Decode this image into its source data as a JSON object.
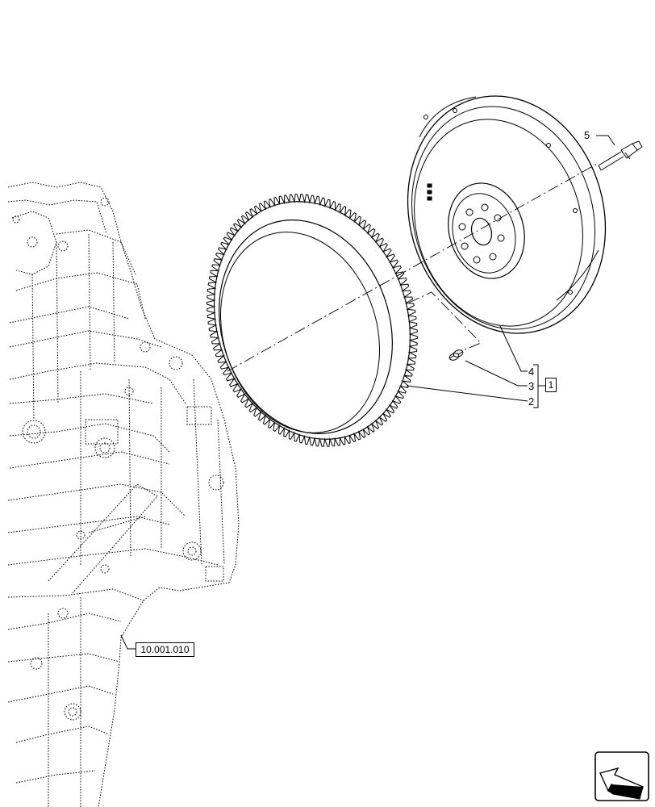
{
  "callouts": {
    "bolt": "5",
    "flywheel": "4",
    "pin": "3",
    "ring_gear": "2",
    "kit_ref": "1"
  },
  "references": {
    "engine_block": "10.001.010"
  },
  "icons": {
    "navigation": "back-arrow-icon"
  },
  "colors": {
    "line": "#000000",
    "background": "#ffffff"
  }
}
